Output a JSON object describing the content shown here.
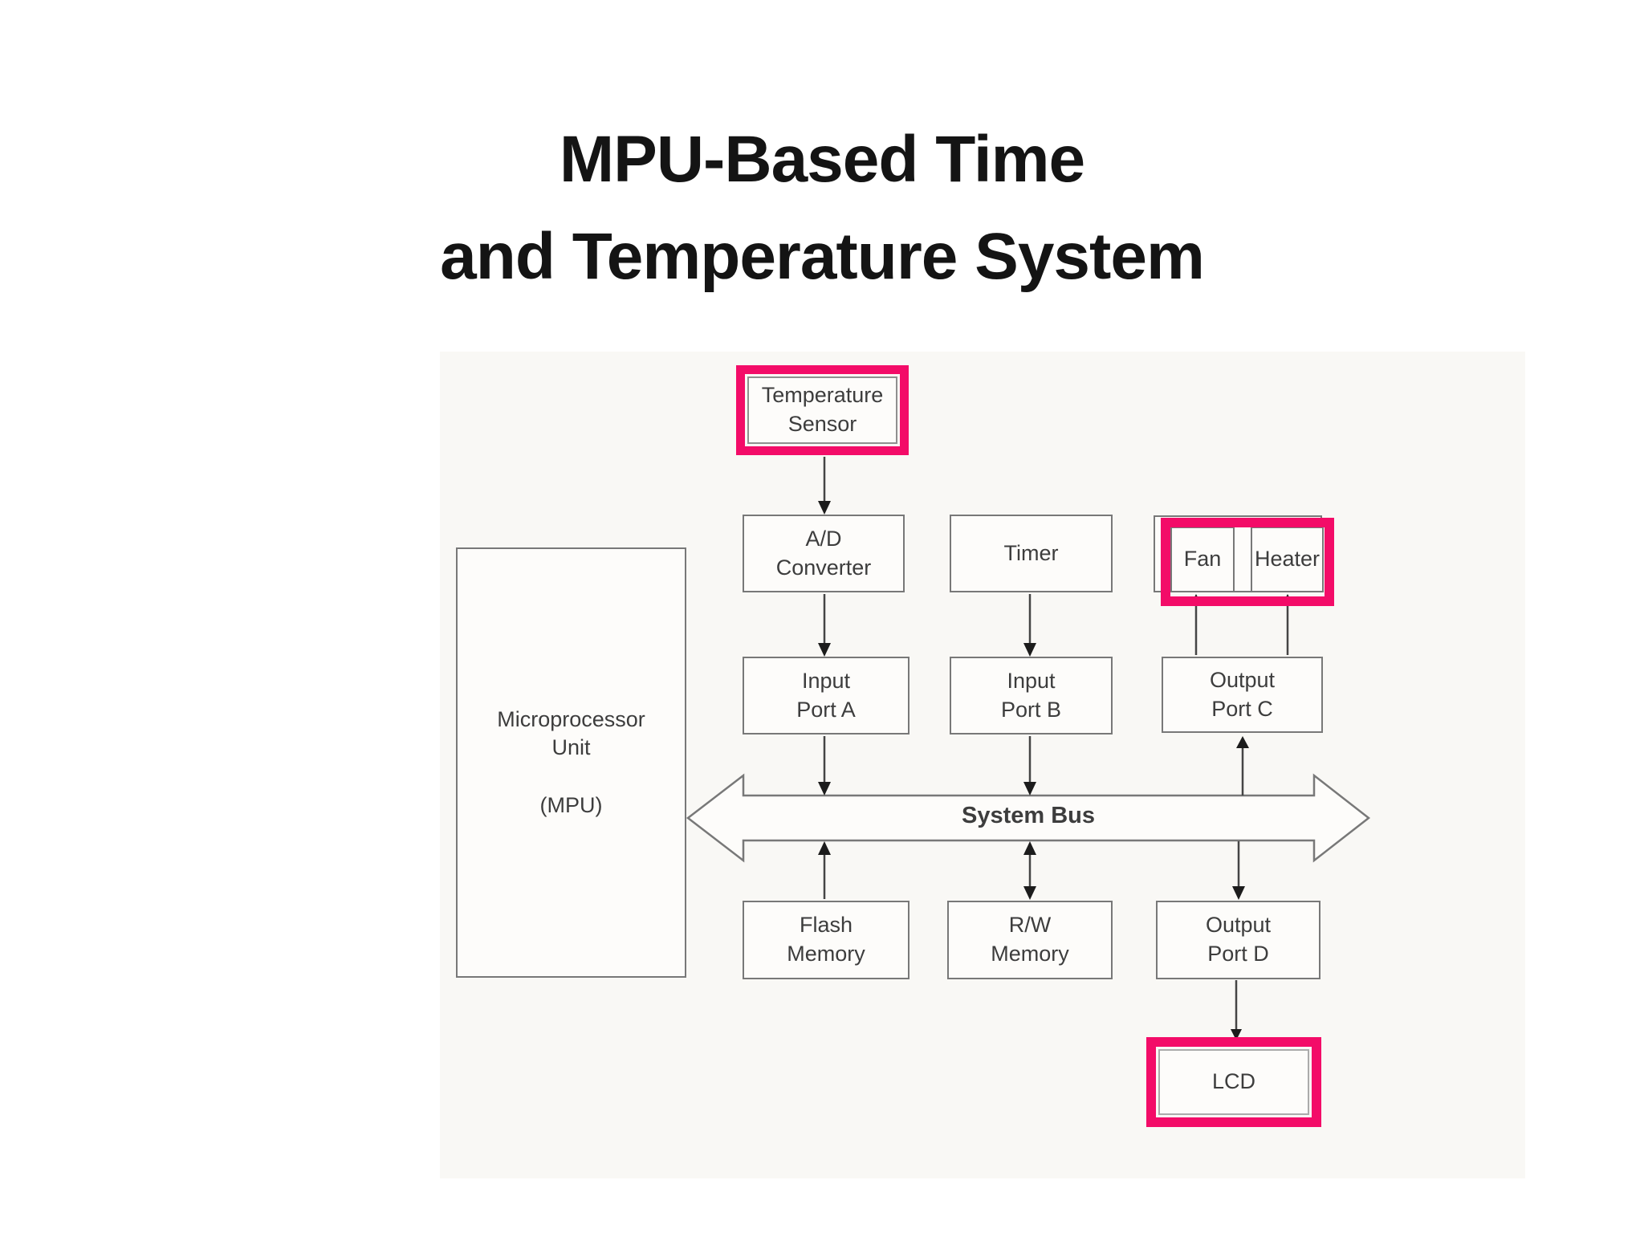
{
  "title": {
    "line1": "MPU-Based Time",
    "line2": "and Temperature System"
  },
  "diagram": {
    "bus_label": "System Bus",
    "boxes": {
      "temperature_sensor": "Temperature\nSensor",
      "ad_converter": "A/D\nConverter",
      "timer": "Timer",
      "fan": "Fan",
      "heater": "Heater",
      "input_port_a": "Input\nPort A",
      "input_port_b": "Input\nPort B",
      "output_port_c": "Output\nPort C",
      "mpu": "Microprocessor\nUnit\n\n(MPU)",
      "flash_memory": "Flash\nMemory",
      "rw_memory": "R/W\nMemory",
      "output_port_d": "Output\nPort D",
      "lcd": "LCD"
    },
    "colors": {
      "highlight": "#F30C68",
      "box_border": "#787878",
      "line": "#454545",
      "arrowhead": "#1c1c1c",
      "text": "#3d3d3d",
      "title_text": "#141414",
      "box_fill": "#fdfcfa",
      "bus_fill": "#fdfcfa",
      "bg": "#ffffff",
      "diagram_tint": "#f9f8f5"
    }
  }
}
